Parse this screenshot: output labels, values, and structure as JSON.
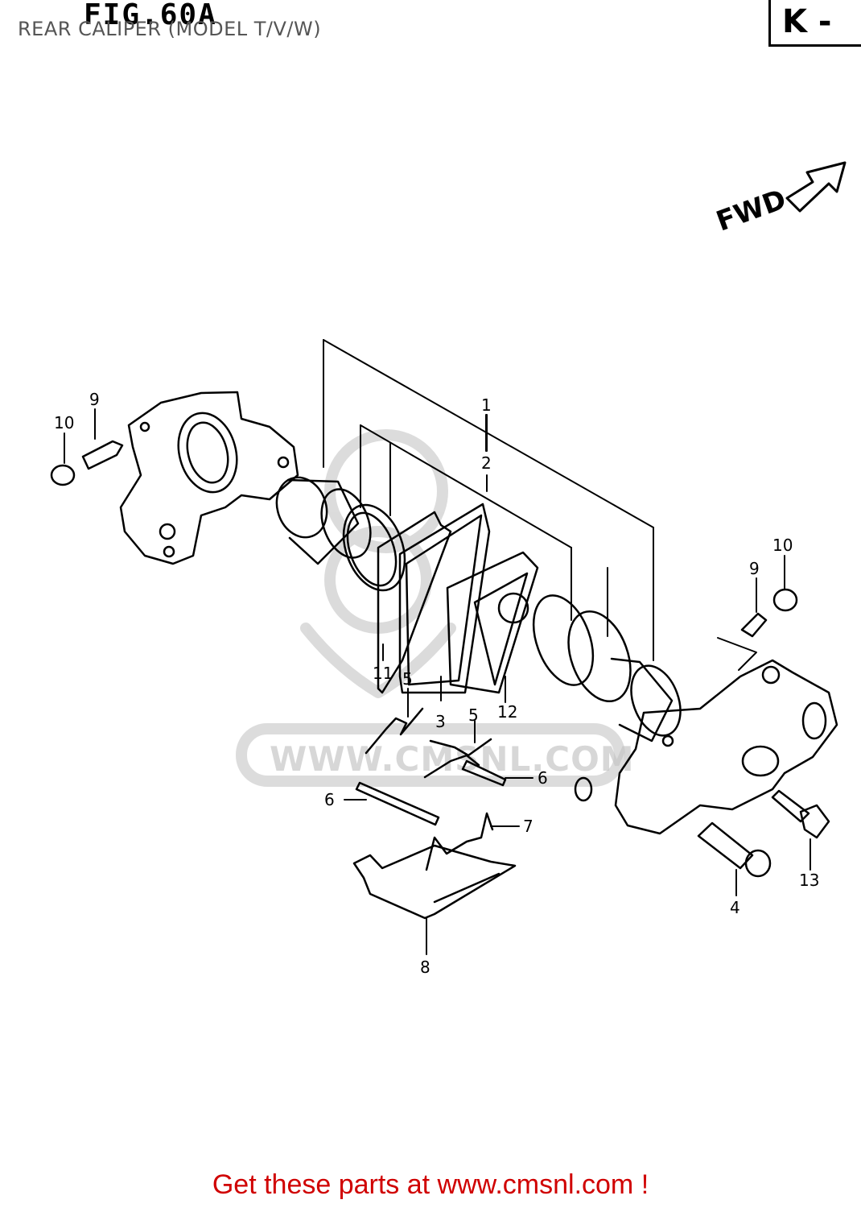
{
  "header": {
    "title": "REAR CALIPER (MODEL T/V/W)",
    "figure": "FIG.60A",
    "section": "K -"
  },
  "direction_label": "FWD",
  "watermark": "WWW.CMSNL.COM",
  "callouts": [
    "1",
    "2",
    "3",
    "4",
    "5",
    "5",
    "6",
    "6",
    "7",
    "8",
    "9",
    "9",
    "10",
    "10",
    "11",
    "12",
    "13"
  ],
  "footer": {
    "link_text": "Get these parts at www.cmsnl.com !"
  },
  "colors": {
    "footer": "#d00000",
    "watermark": "#b8b8b8",
    "lines": "#000000"
  }
}
